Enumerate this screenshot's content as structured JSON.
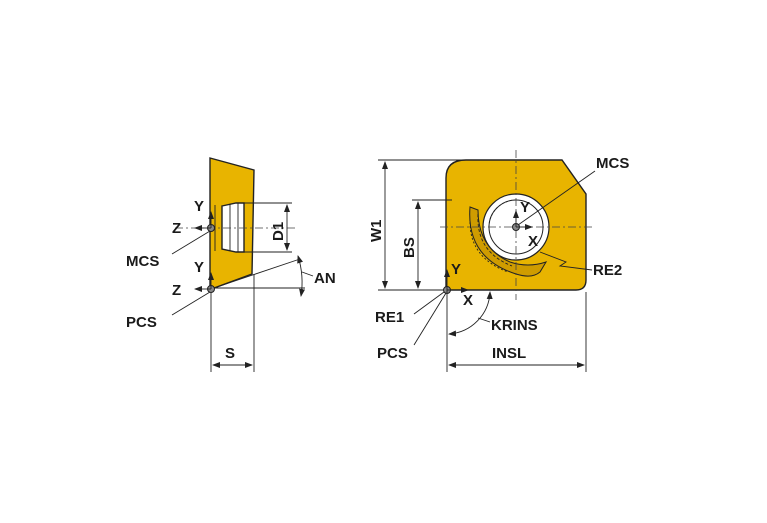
{
  "colors": {
    "insert_fill": "#E8B400",
    "hole_fill": "#FFFFFF",
    "line": "#222222"
  },
  "side_view": {
    "labels": {
      "y_mcs": "Y",
      "z_mcs": "Z",
      "mcs": "MCS",
      "y_pcs": "Y",
      "z_pcs": "Z",
      "pcs": "PCS",
      "d1": "D1",
      "an": "AN",
      "s": "S"
    }
  },
  "top_view": {
    "labels": {
      "mcs": "MCS",
      "y_mcs": "Y",
      "x_mcs": "X",
      "w1": "W1",
      "bs": "BS",
      "y_pcs": "Y",
      "x_pcs": "X",
      "re1": "RE1",
      "re2": "RE2",
      "pcs": "PCS",
      "krins": "KRINS",
      "insl": "INSL"
    }
  }
}
